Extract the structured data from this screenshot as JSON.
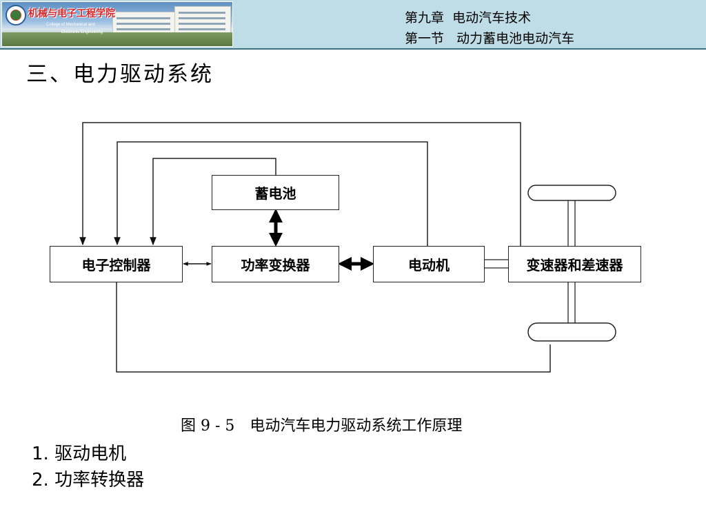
{
  "header": {
    "banner": {
      "college_cn": "机械与电子工程学院",
      "college_en_line1": "College of Mechanical and",
      "college_en_line2": "Electronic Engineering"
    },
    "chapter": "第九章  电动汽车技术",
    "section": "第一节   动力蓄电池电动汽车"
  },
  "page": {
    "title": "三、电力驱动系统"
  },
  "diagram": {
    "blocks": {
      "battery": "蓄电池",
      "controller": "电子控制器",
      "converter": "功率变换器",
      "motor": "电动机",
      "transmission": "变速器和差速器"
    },
    "caption_number": "图 9 - 5",
    "caption_text": "电动汽车电力驱动系统工作原理"
  },
  "list": {
    "items": [
      "1. 驱动电机",
      "2. 功率转换器"
    ]
  },
  "colors": {
    "header_bg": "#bfdde6",
    "header_border": "#3b6f7d",
    "college_name": "#d6262a"
  }
}
